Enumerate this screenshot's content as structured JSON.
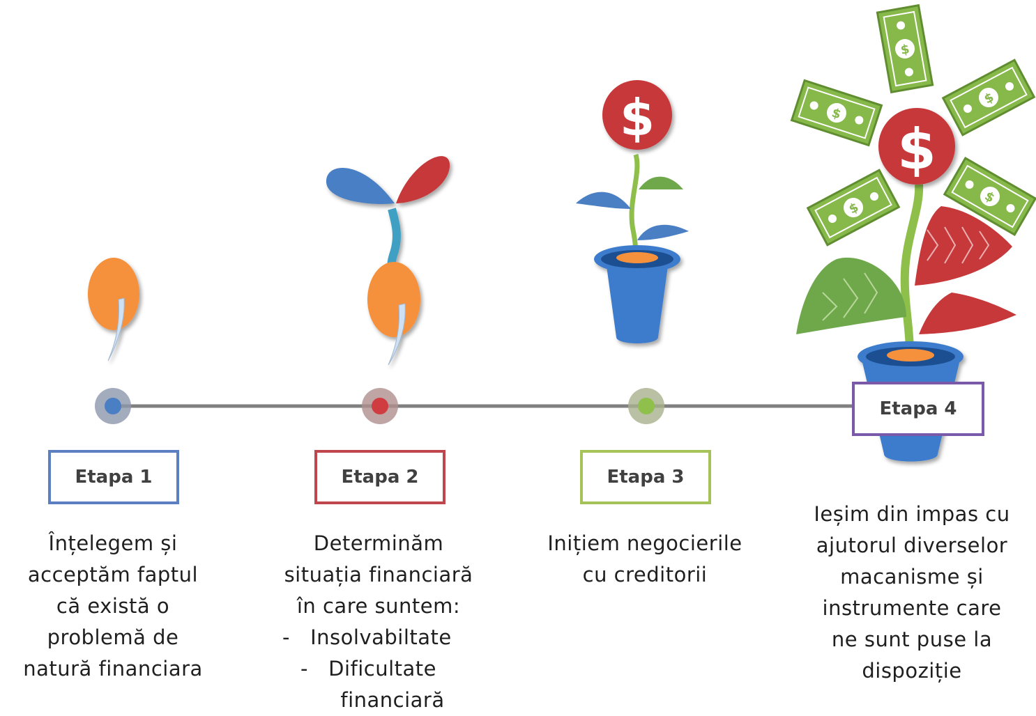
{
  "colors": {
    "stage1": "#5b7fc0",
    "stage2": "#c0464e",
    "stage3": "#a6c35a",
    "stage4": "#7a5aa8",
    "seed": "#f5913c",
    "leaf_blue": "#4a7fc4",
    "leaf_red": "#c7383a",
    "leaf_green": "#6fa84a",
    "pot": "#3d7ccc",
    "bill": "#86b84a",
    "timeline": "#808080"
  },
  "stages": [
    {
      "label": "Etapa 1",
      "lines": [
        "Înțelegem și",
        "acceptăm faptul",
        "că există o",
        "problemă de",
        "natură financiara"
      ]
    },
    {
      "label": "Etapa 2",
      "lines": [
        "Determinăm",
        "situația financiară",
        "în care suntem:"
      ],
      "bullets": [
        "-   Insolvabiltate",
        "-   Dificultate"
      ],
      "continuation": "financiară"
    },
    {
      "label": "Etapa 3",
      "lines": [
        "Inițiem negocierile",
        "cu creditorii"
      ]
    },
    {
      "label": "Etapa 4",
      "lines": [
        "Ieșim din impas cu",
        "ajutorul diverselor",
        "macanisme și",
        "instrumente care",
        "ne sunt puse la",
        "dispoziție"
      ]
    }
  ],
  "icons": [
    "dollar-icon"
  ]
}
